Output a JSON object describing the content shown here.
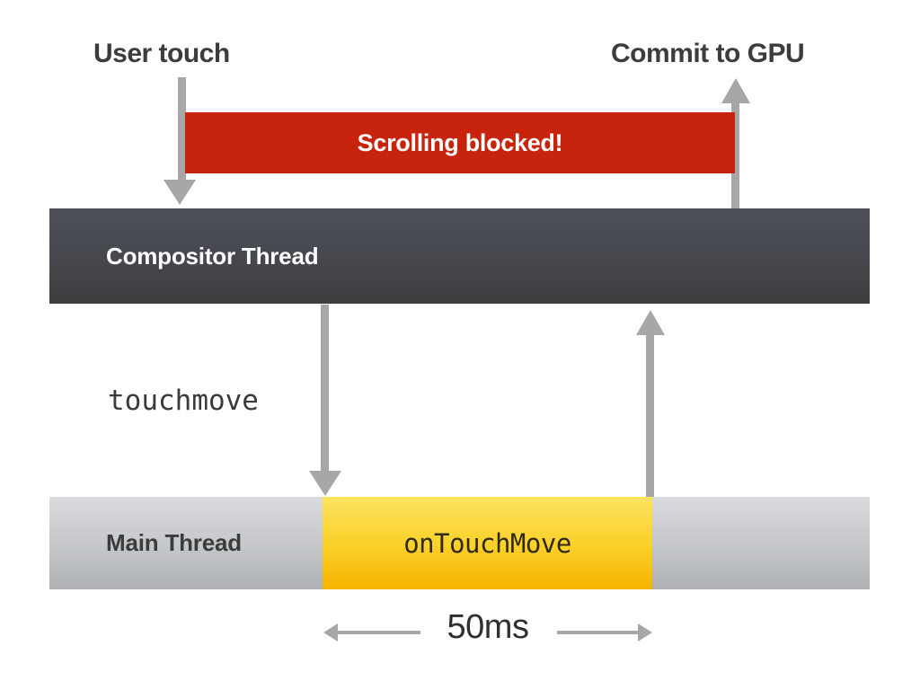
{
  "diagram": {
    "title_top_left": "User touch",
    "title_top_right": "Commit to GPU",
    "blocked_bar": {
      "label": "Scrolling blocked!",
      "color": "#C8230C",
      "text_color": "#FFFFFF"
    },
    "compositor": {
      "label": "Compositor Thread",
      "color_top": "#4D5157",
      "color_bottom": "#3E3E3F",
      "text_color": "#FFFFFF"
    },
    "event_caption": "touchmove",
    "main_thread": {
      "label": "Main Thread",
      "color_top": "#D8DADD",
      "color_bottom": "#AEB1B3",
      "text_color": "#3C3C3C"
    },
    "handler_block": {
      "label": "onTouchMove",
      "color_top": "#FCE35F",
      "color_bottom": "#F5B400",
      "text_color": "#302A12"
    },
    "duration": {
      "label": "50ms",
      "value": 50,
      "unit": "ms"
    },
    "arrow_color": "#A7A7A7",
    "arrows": [
      {
        "name": "user-touch-down",
        "direction": "down",
        "from": "User touch",
        "to": "Compositor Thread"
      },
      {
        "name": "commit-to-gpu-up",
        "direction": "up",
        "from": "Compositor Thread",
        "to": "Commit to GPU"
      },
      {
        "name": "touchmove-down",
        "direction": "down",
        "from": "Compositor Thread",
        "to": "Main Thread",
        "label": "touchmove"
      },
      {
        "name": "return-up",
        "direction": "up",
        "from": "Main Thread",
        "to": "Compositor Thread"
      }
    ]
  }
}
